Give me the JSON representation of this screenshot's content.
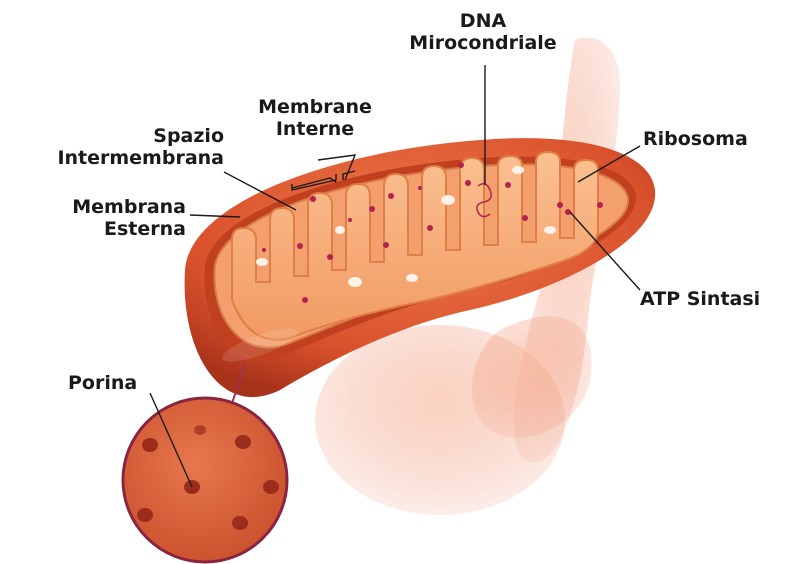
{
  "labels": {
    "dna": [
      "DNA",
      "Mirocondriale"
    ],
    "membrane_interne": [
      "Membrane",
      "Interne"
    ],
    "spazio": [
      "Spazio",
      "Intermembrana"
    ],
    "membrana_esterna": [
      "Membrana",
      "Esterna"
    ],
    "ribosoma": "Ribosoma",
    "atp": "ATP Sintasi",
    "porina": "Porina"
  },
  "colors": {
    "outer_membrane": "#d9512c",
    "outer_membrane_dark": "#a8321a",
    "cristae": "#f5a66e",
    "matrix_dot": "#b5224e",
    "porin_circle": "#d9603a",
    "label_text": "#1a1a1a"
  }
}
